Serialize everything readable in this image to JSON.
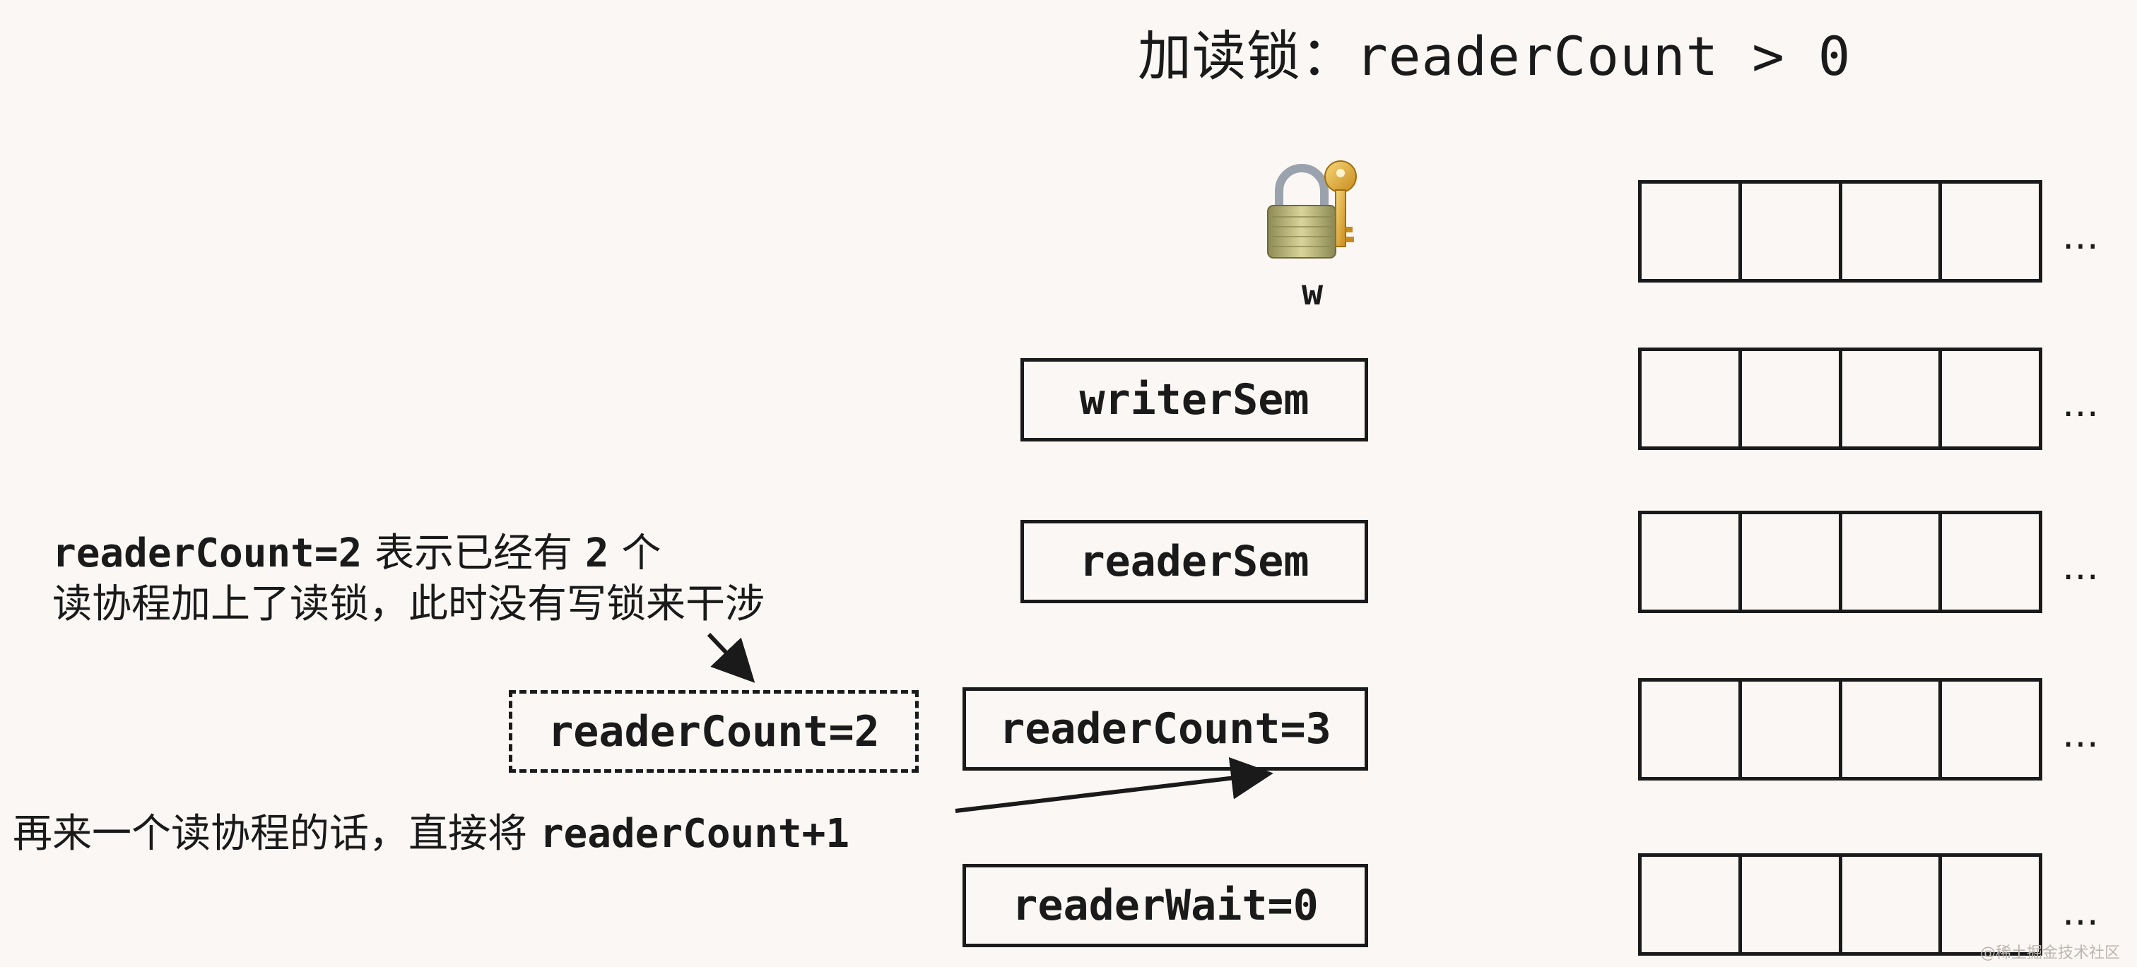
{
  "title": {
    "prefix": "加读锁：",
    "expression": "readerCount > 0"
  },
  "lock": {
    "label": "w",
    "icon": "lock-with-key-icon"
  },
  "fields": {
    "writer_sem": "writerSem",
    "reader_sem": "readerSem",
    "reader_count": "readerCount=3",
    "reader_count_prev": "readerCount=2",
    "reader_wait": "readerWait=0"
  },
  "notes": {
    "top_line1_code": "readerCount=2",
    "top_line1_text": "表示已经有",
    "top_line1_num": "2",
    "top_line1_end": "个",
    "top_line2": "读协程加上了读锁，此时没有写锁来干涉",
    "bottom_text": "再来一个读协程的话，直接将",
    "bottom_code": "readerCount+1"
  },
  "queue_ellipsis": "…",
  "watermark": "@稀土掘金技术社区"
}
